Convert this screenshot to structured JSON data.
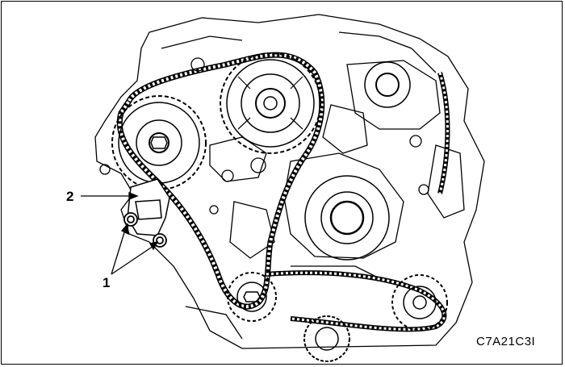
{
  "figure": {
    "code": "C7A21C3I"
  },
  "callouts": {
    "one": "1",
    "two": "2"
  },
  "colors": {
    "line": "#000000",
    "background": "#ffffff"
  }
}
